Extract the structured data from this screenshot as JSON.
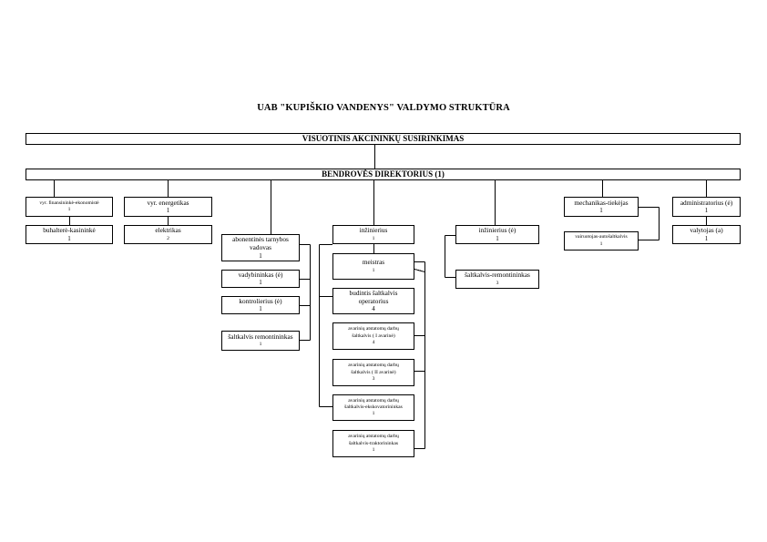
{
  "title": "UAB \"KUPIŠKIO VANDENYS\" VALDYMO STRUKTŪRA",
  "assembly": "VISUOTINIS AKCININKŲ SUSIRINKIMAS",
  "director": "BENDROVĖS DIREKTORIUS (1)",
  "units": {
    "fin_econ": {
      "lines": [
        "vyr. finansininkė-ekonomistė"
      ],
      "count": "1"
    },
    "accountant": {
      "lines": [
        "buhalterė-kasininkė"
      ],
      "count": "1"
    },
    "chief_energy": {
      "lines": [
        "vyr. energetikas"
      ],
      "count": "1"
    },
    "electrician": {
      "lines": [
        "elektrikas"
      ],
      "count": "2"
    },
    "subscriber_head": {
      "lines": [
        "abonentinės tarnybos",
        "vadovas"
      ],
      "count": "1"
    },
    "manager": {
      "lines": [
        "vadybininkas (ė)"
      ],
      "count": "1"
    },
    "controller": {
      "lines": [
        "kontrolierius (ė)"
      ],
      "count": "1"
    },
    "repair_fitter_a": {
      "lines": [
        "šaltkalvis remontininkas"
      ],
      "count": "1"
    },
    "engineer_1": {
      "lines": [
        "inžinierius"
      ],
      "count": "1"
    },
    "foreman": {
      "lines": [
        "meistras"
      ],
      "count": "1"
    },
    "duty_fitter": {
      "lines": [
        "budintis šaltkalvis",
        "operatorius"
      ],
      "count": "4"
    },
    "emerg_1": {
      "lines": [
        "avarinių atstatomų darbų",
        "šaltkalvis ( I avarinė)"
      ],
      "count": "4"
    },
    "emerg_2": {
      "lines": [
        "avarinių atstatomų darbų",
        "šaltkalvis ( II avarinė)"
      ],
      "count": "3"
    },
    "emerg_excav": {
      "lines": [
        "avarinių atstatomų darbų",
        "šaltkalvis-ekskovatorininkas"
      ],
      "count": "1"
    },
    "emerg_tractor": {
      "lines": [
        "avarinių atstatomų darbų",
        "šaltkalvis-traktorininkas"
      ],
      "count": "1"
    },
    "engineer_2": {
      "lines": [
        "inžinierius (ė)"
      ],
      "count": "1"
    },
    "repair_fitter_b": {
      "lines": [
        "šaltkalvis-remontininkas"
      ],
      "count": "3"
    },
    "mech_supply": {
      "lines": [
        "mechanikas-tiekėjas"
      ],
      "count": "1"
    },
    "driver_fitter": {
      "lines": [
        "vairuotojas-autošaltkalvis"
      ],
      "count": "1"
    },
    "administrator": {
      "lines": [
        "administratorius (ė)"
      ],
      "count": "1"
    },
    "cleaner": {
      "lines": [
        "valytojas (a)"
      ],
      "count": "1"
    }
  }
}
